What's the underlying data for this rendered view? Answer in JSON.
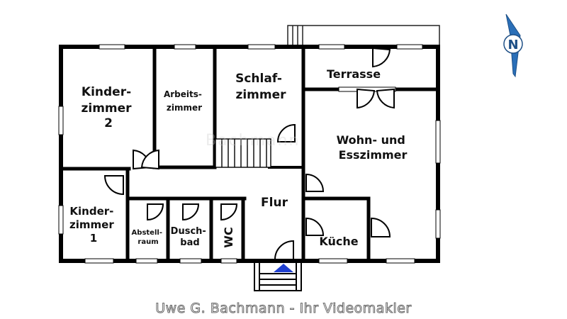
{
  "rooms": {
    "kinderzimmer2": [
      "Kinder-",
      "zimmer",
      "2"
    ],
    "arbeitszimmer": [
      "Arbeits-",
      "zimmer"
    ],
    "schlafzimmer": [
      "Schlaf-",
      "zimmer"
    ],
    "terrasse": "Terrasse",
    "wohn_esszimmer": [
      "Wohn- und",
      "Esszimmer"
    ],
    "kinderzimmer1": [
      "Kinder-",
      "zimmer",
      "1"
    ],
    "abstellraum": [
      "Abstell-",
      "raum"
    ],
    "duschbad": [
      "Dusch-",
      "bad"
    ],
    "wc": "WC",
    "flur": "Flur",
    "kueche": "Küche"
  },
  "compass": {
    "label": "N",
    "color": "#2a6fb8"
  },
  "entrance_arrow_color": "#1f3fd0",
  "footer": "Uwe G. Bachmann - Ihr Videomakler",
  "watermark": "Bachmann"
}
